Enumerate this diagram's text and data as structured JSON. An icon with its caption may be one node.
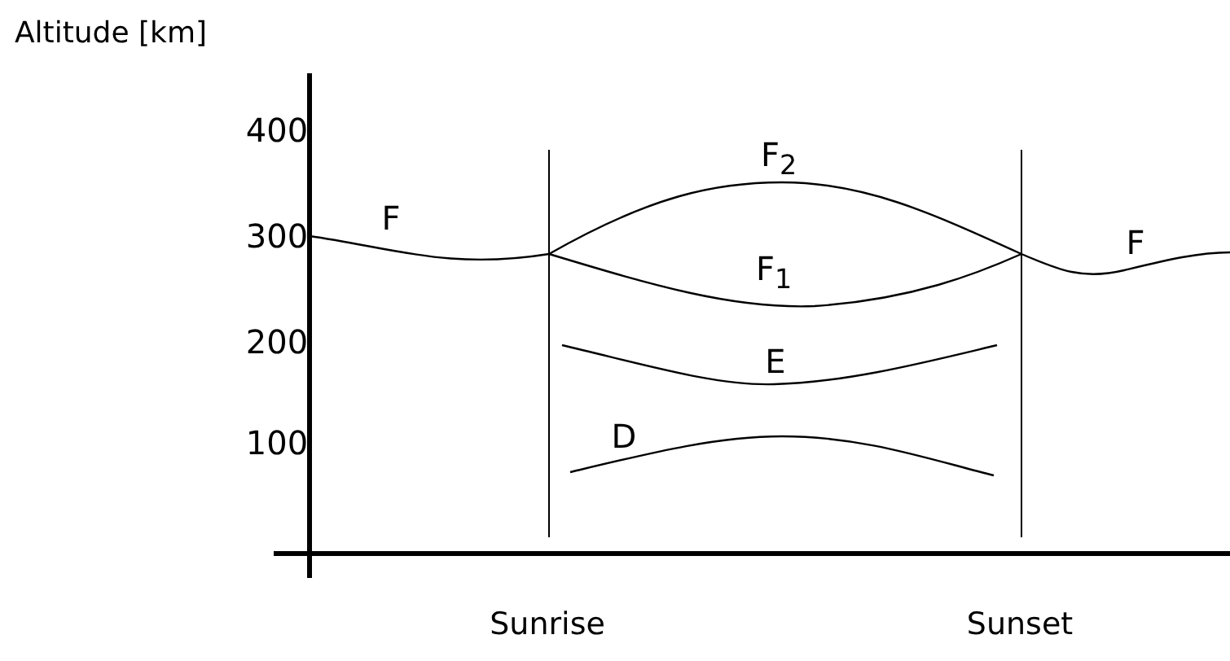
{
  "diagram": {
    "labels": [
      "Altitude [km]",
      "400",
      "F$_{2}$",
      "300",
      "F",
      "F$_{1}$",
      "F",
      "200",
      "E",
      "100",
      "D",
      "Sunrise",
      "Sunset"
    ]
  }
}
